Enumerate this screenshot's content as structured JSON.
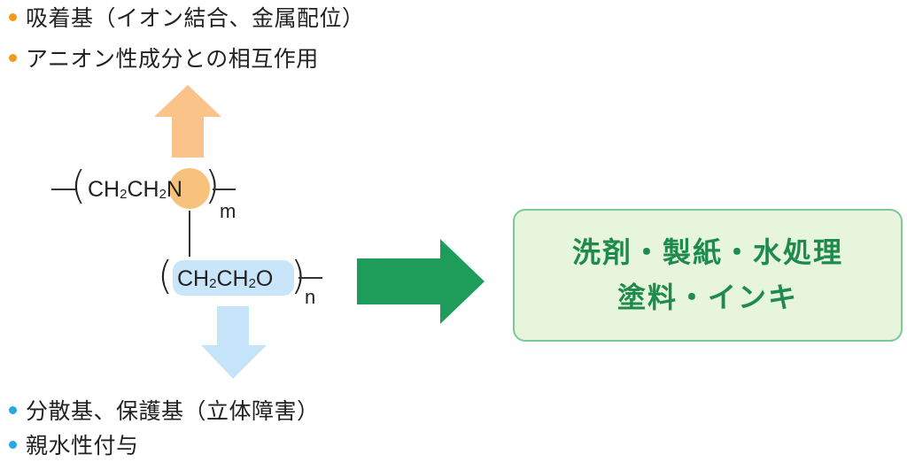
{
  "top_bullets": {
    "color": "#F29A1F",
    "items": [
      "吸着基（イオン結合、金属配位）",
      "アニオン性成分との相互作用"
    ]
  },
  "bottom_bullets": {
    "color": "#2AA6E0",
    "items": [
      "分散基、保護基（立体障害）",
      "親水性付与"
    ]
  },
  "formula": {
    "upper_segment": {
      "prefix": "CH",
      "sub1": "2",
      "middle": "CH",
      "sub2": "2",
      "highlight": "N",
      "repeat_index": "m",
      "highlight_color": "#F9C27C"
    },
    "lower_segment": {
      "prefix": "CH",
      "sub1": "2",
      "middle": "CH",
      "sub2": "2",
      "suffix": "O",
      "repeat_index": "n",
      "highlight_color": "#C9E5FA"
    }
  },
  "arrows": {
    "up_color": "#F9C38A",
    "down_color": "#C6E4F9",
    "right_color": "#1E9C5A"
  },
  "applications": {
    "line1": "洗剤・製紙・水処理",
    "line2": "塗料・インキ",
    "text_color": "#1E8A4C",
    "border_color": "#7CC89A",
    "background": "#E6F5DC"
  }
}
